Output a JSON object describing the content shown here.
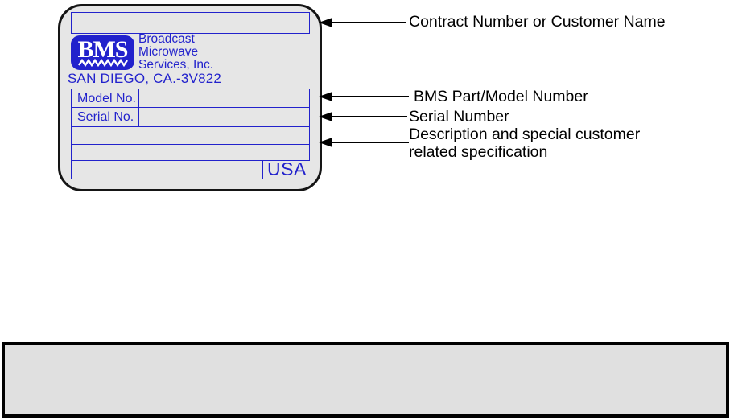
{
  "colors": {
    "accent_blue": "#2222cc",
    "label_fill": "#e6e6e6",
    "note_fill": "#e0e0e0",
    "line_black": "#000000"
  },
  "label": {
    "logo_text": "BMS",
    "company_lines": [
      "Broadcast",
      "Microwave",
      "Services, Inc."
    ],
    "address": "SAN DIEGO, CA.-3V822",
    "model_label": "Model No.",
    "serial_label": "Serial No.",
    "usa_text": "USA"
  },
  "annotations": [
    {
      "label": "Contract Number or Customer Name"
    },
    {
      "label": "BMS Part/Model Number"
    },
    {
      "label": "Serial Number"
    },
    {
      "lines": [
        "Description and special customer",
        "related specification"
      ]
    }
  ]
}
